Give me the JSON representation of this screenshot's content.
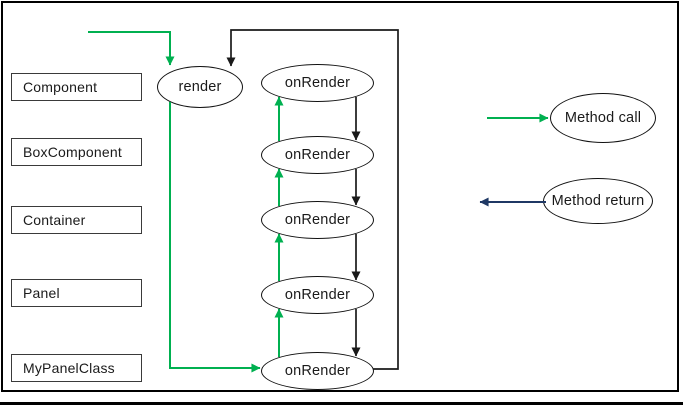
{
  "diagram": {
    "class_boxes": [
      "Component",
      "BoxComponent",
      "Container",
      "Panel",
      "MyPanelClass"
    ],
    "render_node": "render",
    "onrender_nodes": [
      "onRender",
      "onRender",
      "onRender",
      "onRender",
      "onRender"
    ],
    "legend": [
      {
        "label": "Method call",
        "arrow_color": "#00B050",
        "arrow_direction": "right"
      },
      {
        "label": "Method return",
        "arrow_color": "#1F3864",
        "arrow_direction": "left"
      }
    ],
    "colors": {
      "method_call_arrow": "#00B050",
      "method_return_legend_arrow": "#1F3864",
      "flow_line": "#1A1A1A",
      "border": "#000000"
    },
    "edges": [
      {
        "from": "external",
        "to": "render",
        "type": "call"
      },
      {
        "from": "render",
        "to": "onRender-MyPanelClass",
        "type": "call"
      },
      {
        "from": "onRender-MyPanelClass",
        "to": "onRender-Panel",
        "type": "call"
      },
      {
        "from": "onRender-Panel",
        "to": "onRender-Container",
        "type": "call"
      },
      {
        "from": "onRender-Container",
        "to": "onRender-BoxComponent",
        "type": "call"
      },
      {
        "from": "onRender-BoxComponent",
        "to": "onRender-Component",
        "type": "call"
      },
      {
        "from": "onRender-Component",
        "to": "onRender-BoxComponent",
        "type": "return"
      },
      {
        "from": "onRender-BoxComponent",
        "to": "onRender-Container",
        "type": "return"
      },
      {
        "from": "onRender-Container",
        "to": "onRender-Panel",
        "type": "return"
      },
      {
        "from": "onRender-Panel",
        "to": "onRender-MyPanelClass",
        "type": "return"
      },
      {
        "from": "onRender-MyPanelClass",
        "to": "render",
        "type": "return"
      }
    ]
  }
}
